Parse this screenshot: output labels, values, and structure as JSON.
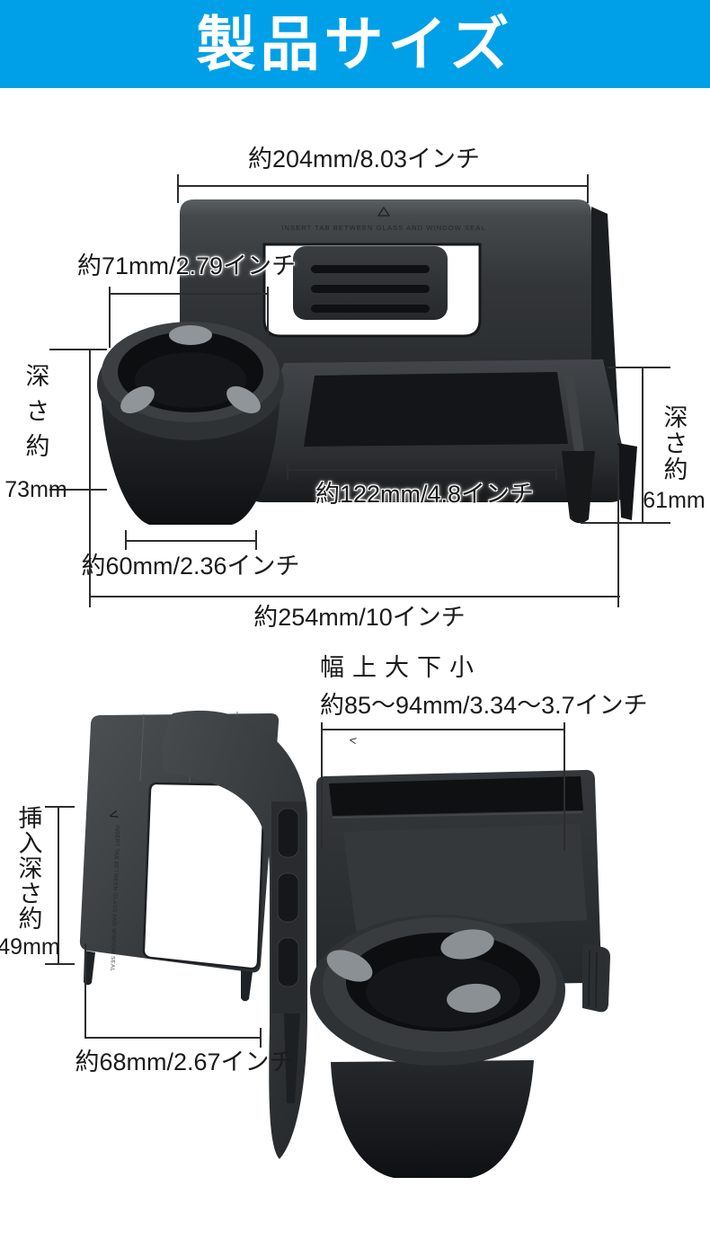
{
  "header": {
    "title": "製品サイズ"
  },
  "colors": {
    "header_bg": "#00A0E8",
    "dimension_line": "#2d2d2d",
    "label_text": "#1a1a1a"
  },
  "top_diagram": {
    "embossed_text": "INSERT TAB BETWEEN GLASS AND WINDOW SEAL",
    "dim_top_width": "約204mm/8.03インチ",
    "dim_cup_inner_diameter": "約71mm/2.79インチ",
    "dim_left_depth_label": "深さ約",
    "dim_left_depth_value": "73mm",
    "dim_tray_width": "約122mm/4.8インチ",
    "dim_cup_outer_width": "約60mm/2.36インチ",
    "dim_total_width": "約254mm/10インチ",
    "dim_right_depth_label": "深さ約",
    "dim_right_depth_value": "61mm"
  },
  "bottom_diagram": {
    "title": "幅上大下小",
    "dim_top_width_range": "約85〜94mm/3.34〜3.7インチ",
    "dim_insert_depth_label": "挿入深さ約",
    "dim_insert_depth_value": "49mm",
    "dim_hook_width": "約68mm/2.67インチ",
    "embossed_text": "INSERT TAB BETWEEN GLASS AND WINDOW SEAL",
    "arrow_mark_plate": "V",
    "arrow_mark_tray": "<"
  }
}
